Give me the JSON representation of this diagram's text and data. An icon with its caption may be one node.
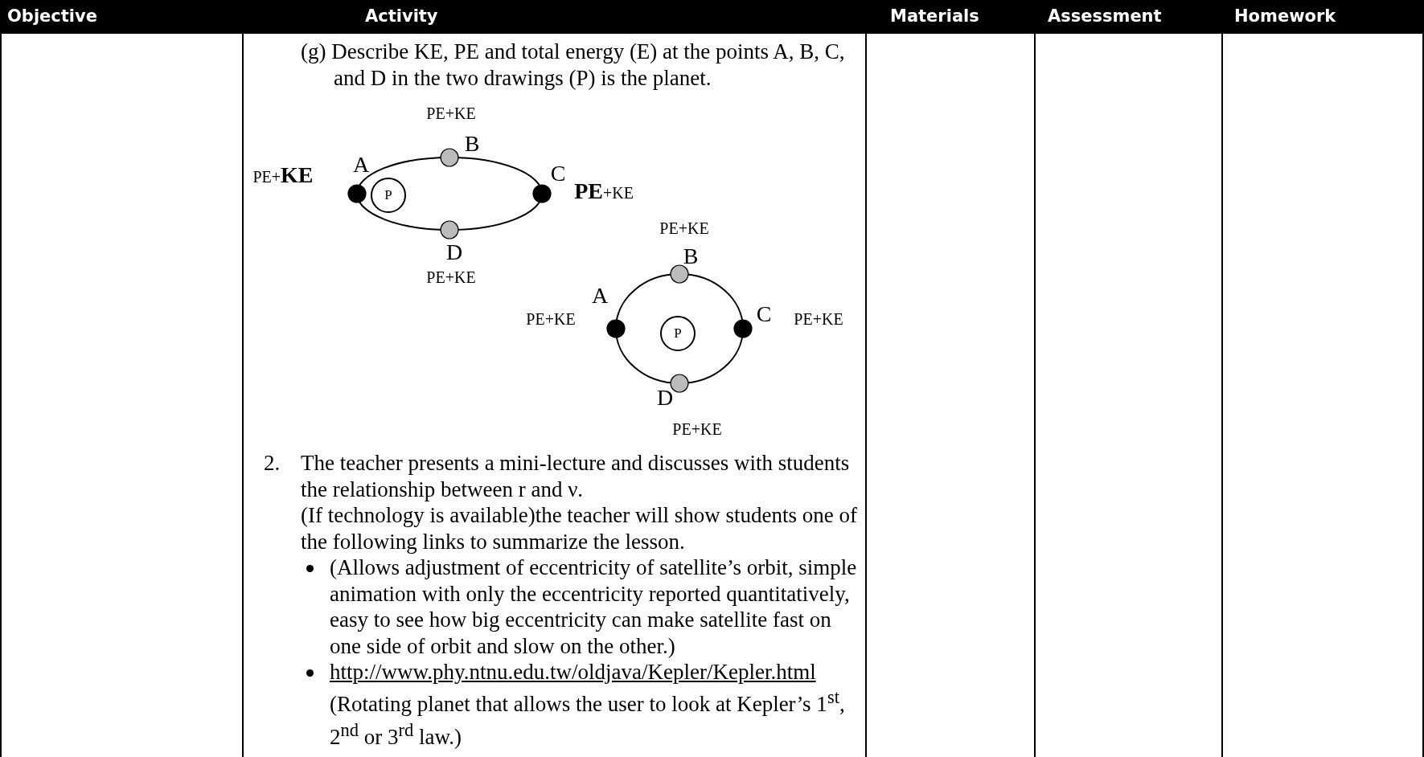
{
  "diagram": {
    "nodes": [
      {
        "text": [
          "P"
        ]
      },
      {
        "text": [
          "P"
        ]
      }
    ],
    "labels": [
      "Objective",
      "Activity",
      "Materials",
      "Assessment",
      "Homework",
      "(g) Describe KE, PE and total energy (E) at the points A, B, C, and D in the two drawings (P) is the planet.",
      "PE+KE",
      "B",
      "A",
      "PE+**KE**",
      "C",
      "**PE**+KE",
      "D",
      "PE+KE",
      "PE+KE",
      "B",
      "A",
      "PE+KE",
      "C",
      "PE+KE",
      "D",
      "PE+KE",
      "2.",
      "The teacher presents a mini-lecture and discusses with students the relationship between r and ν.",
      "(If technology is available)the teacher will show students one of the following links to summarize the lesson.",
      "(Allows adjustment of eccentricity of satellite’s orbit, simple animation with only the eccentricity reported quantitatively, easy to see how big eccentricity can make satellite fast on one side of orbit and slow on the other.)",
      "http://www.phy.ntnu.edu.tw/oldjava/Kepler/Kepler.html",
      "(Rotating planet that allows the user to look at Kepler’s 1$^{st}$, 2$^{nd}$ or 3$^{rd}$ law.)"
    ]
  }
}
